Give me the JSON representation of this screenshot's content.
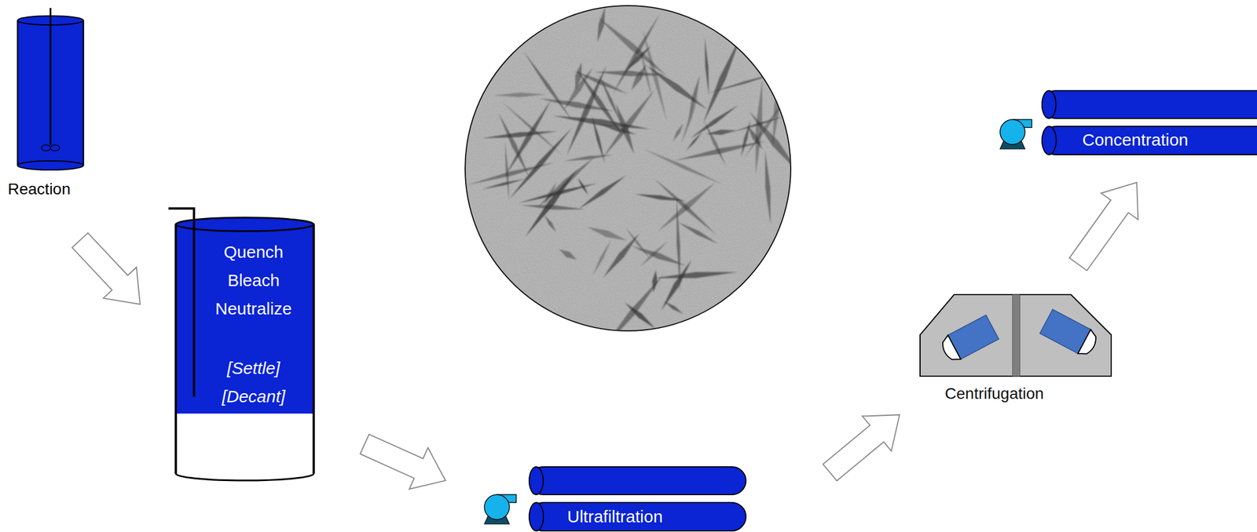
{
  "diagram": {
    "nodes": [
      {
        "text": [
          "Reaction"
        ]
      },
      {
        "text": [
          "Quench Bleach Neutralize",
          "[Settle] [Decant]"
        ]
      },
      {
        "text": [
          "Ultrafiltration"
        ]
      },
      {
        "text": [
          "Centrifugation"
        ]
      },
      {
        "text": [
          "Concentration"
        ]
      }
    ],
    "edges": [
      {
        "from": 0,
        "to": 1,
        "arrow": "to"
      },
      {
        "from": 1,
        "to": 2,
        "arrow": "to"
      },
      {
        "from": 2,
        "to": 3,
        "arrow": "to"
      },
      {
        "from": 3,
        "to": 4,
        "arrow": "to"
      }
    ]
  }
}
